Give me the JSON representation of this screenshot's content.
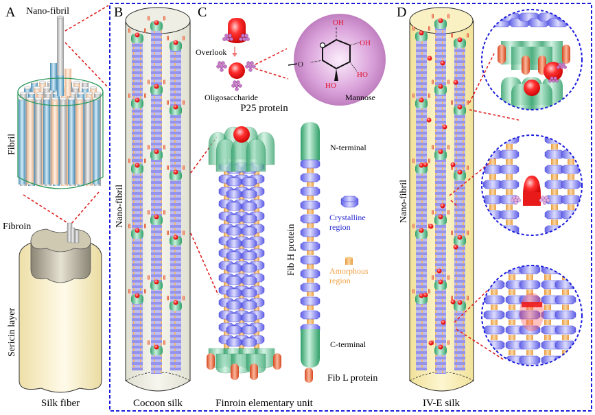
{
  "panels": {
    "A": {
      "letter": "A",
      "labels": {
        "nano_fibril": "Nano-fibril",
        "fibril": "Fibril",
        "fibroin": "Fibroin",
        "sericin_layer": "Sericin layer"
      },
      "caption": "Silk fiber"
    },
    "B": {
      "letter": "B",
      "side_label": "Nano-fibril",
      "caption": "Cocoon silk"
    },
    "C": {
      "letter": "C",
      "overlook": "Overlook",
      "oligosaccharide": "Oligosaccharide",
      "mannose": "Mannose",
      "p25_title": "P25 protein",
      "mannose_groups": [
        "OH",
        "OH",
        "HO",
        "HO"
      ],
      "linker": "O",
      "fibh_label": "Fib H protein",
      "n_terminal": "N-terminal",
      "c_terminal": "C-terminal",
      "crystalline": [
        "Crystalline",
        "region"
      ],
      "amorphous": [
        "Amorphous",
        "region"
      ],
      "fibl": "Fib L protein",
      "caption": "Finroin elementary unit"
    },
    "D": {
      "letter": "D",
      "side_label": "Nano-fibril",
      "caption": "IV-E silk"
    }
  },
  "colors": {
    "red_dash": "#e02020",
    "blue_dash": "#1a1adc",
    "green": "#3cb67a",
    "crystal": "#8f8ff0",
    "amorph": "#f0b060",
    "fibl": "#e8673a",
    "p25": "#ee1c1c",
    "mannose_bg": "#c98ac9",
    "oh_red": "#e0102a",
    "crystal_text": "#2a2ad0",
    "amorph_text": "#f0a040",
    "sericin": "#f7efc7",
    "cocoon_bg": "#ecece2",
    "ive_bg": "#f9efb5"
  }
}
